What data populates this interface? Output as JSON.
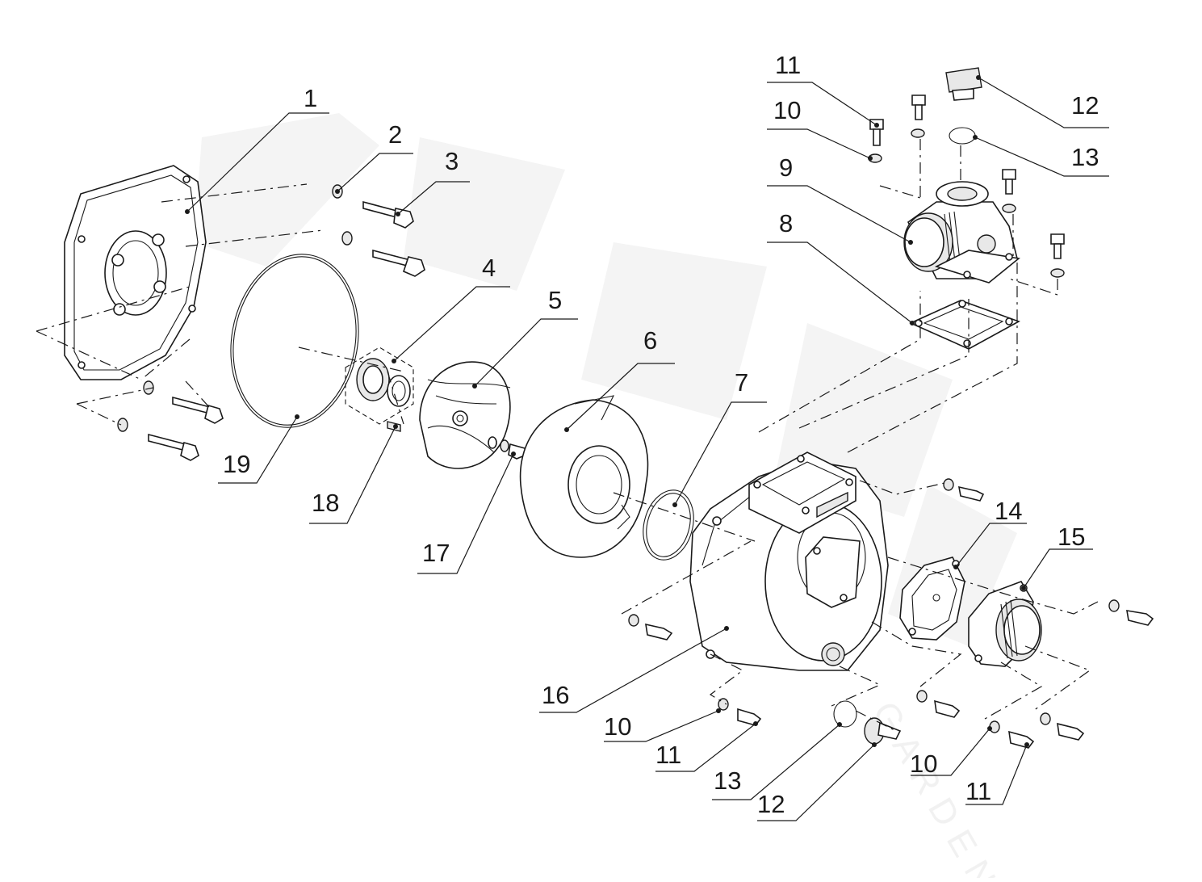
{
  "diagram": {
    "callouts": [
      {
        "id": "c1",
        "label": "1"
      },
      {
        "id": "c2",
        "label": "2"
      },
      {
        "id": "c3",
        "label": "3"
      },
      {
        "id": "c4",
        "label": "4"
      },
      {
        "id": "c5",
        "label": "5"
      },
      {
        "id": "c6",
        "label": "6"
      },
      {
        "id": "c7",
        "label": "7"
      },
      {
        "id": "c8",
        "label": "8"
      },
      {
        "id": "c9",
        "label": "9"
      },
      {
        "id": "c10a",
        "label": "10"
      },
      {
        "id": "c11a",
        "label": "11"
      },
      {
        "id": "c12a",
        "label": "12"
      },
      {
        "id": "c13a",
        "label": "13"
      },
      {
        "id": "c14",
        "label": "14"
      },
      {
        "id": "c15",
        "label": "15"
      },
      {
        "id": "c16",
        "label": "16"
      },
      {
        "id": "c17",
        "label": "17"
      },
      {
        "id": "c18",
        "label": "18"
      },
      {
        "id": "c19",
        "label": "19"
      },
      {
        "id": "c10b",
        "label": "10"
      },
      {
        "id": "c11b",
        "label": "11"
      },
      {
        "id": "c13b",
        "label": "13"
      },
      {
        "id": "c12b",
        "label": "12"
      },
      {
        "id": "c10c",
        "label": "10"
      },
      {
        "id": "c11c",
        "label": "11"
      }
    ],
    "watermark": "GARDEN"
  }
}
